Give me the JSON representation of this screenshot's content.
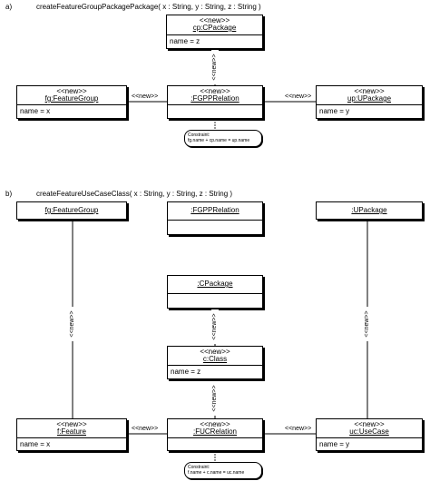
{
  "part_a": {
    "label": "a)",
    "title": "createFeatureGroupPackagePackage( x : String, y : String, z : String )",
    "nodes": {
      "cp": {
        "stereotype": "<<new>>",
        "name": "cp:CPackage",
        "attr": "name = z"
      },
      "fg": {
        "stereotype": "<<new>>",
        "name": "fg:FeatureGroup",
        "attr": "name = x"
      },
      "rel": {
        "stereotype": "<<new>>",
        "name": ":FGPPRelation"
      },
      "up": {
        "stereotype": "<<new>>",
        "name": "up:UPackage",
        "attr": "name = y"
      }
    },
    "edges": {
      "cp_rel": "<<new>>",
      "fg_rel": "<<new>>",
      "rel_up": "<<new>>"
    },
    "constraint": {
      "title": "Constraint:",
      "text": "fg.name + cp.name = up.name"
    }
  },
  "part_b": {
    "label": "b)",
    "title": "createFeatureUseCaseClass( x : String, y : String, z : String )",
    "nodes": {
      "fg": {
        "name": "fg:FeatureGroup"
      },
      "rel_top": {
        "name": ":FGPPRelation"
      },
      "up": {
        "name": ":UPackage"
      },
      "cp": {
        "name": ":CPackage"
      },
      "c": {
        "stereotype": "<<new>>",
        "name": "c:Class",
        "attr": "name = z"
      },
      "f": {
        "stereotype": "<<new>>",
        "name": "f:Feature",
        "attr": "name = x"
      },
      "fuc": {
        "stereotype": "<<new>>",
        "name": ":FUCRelation"
      },
      "uc": {
        "stereotype": "<<new>>",
        "name": "uc:UseCase",
        "attr": "name = y"
      }
    },
    "edges": {
      "fg_f": "<<new>>",
      "cp_c": "<<new>>",
      "c_fuc": "<<new>>",
      "up_uc": "<<new>>",
      "f_fuc": "<<new>>",
      "fuc_uc": "<<new>>"
    },
    "constraint": {
      "title": "Constraint:",
      "text": "f.name + c.name = uc.name"
    }
  }
}
